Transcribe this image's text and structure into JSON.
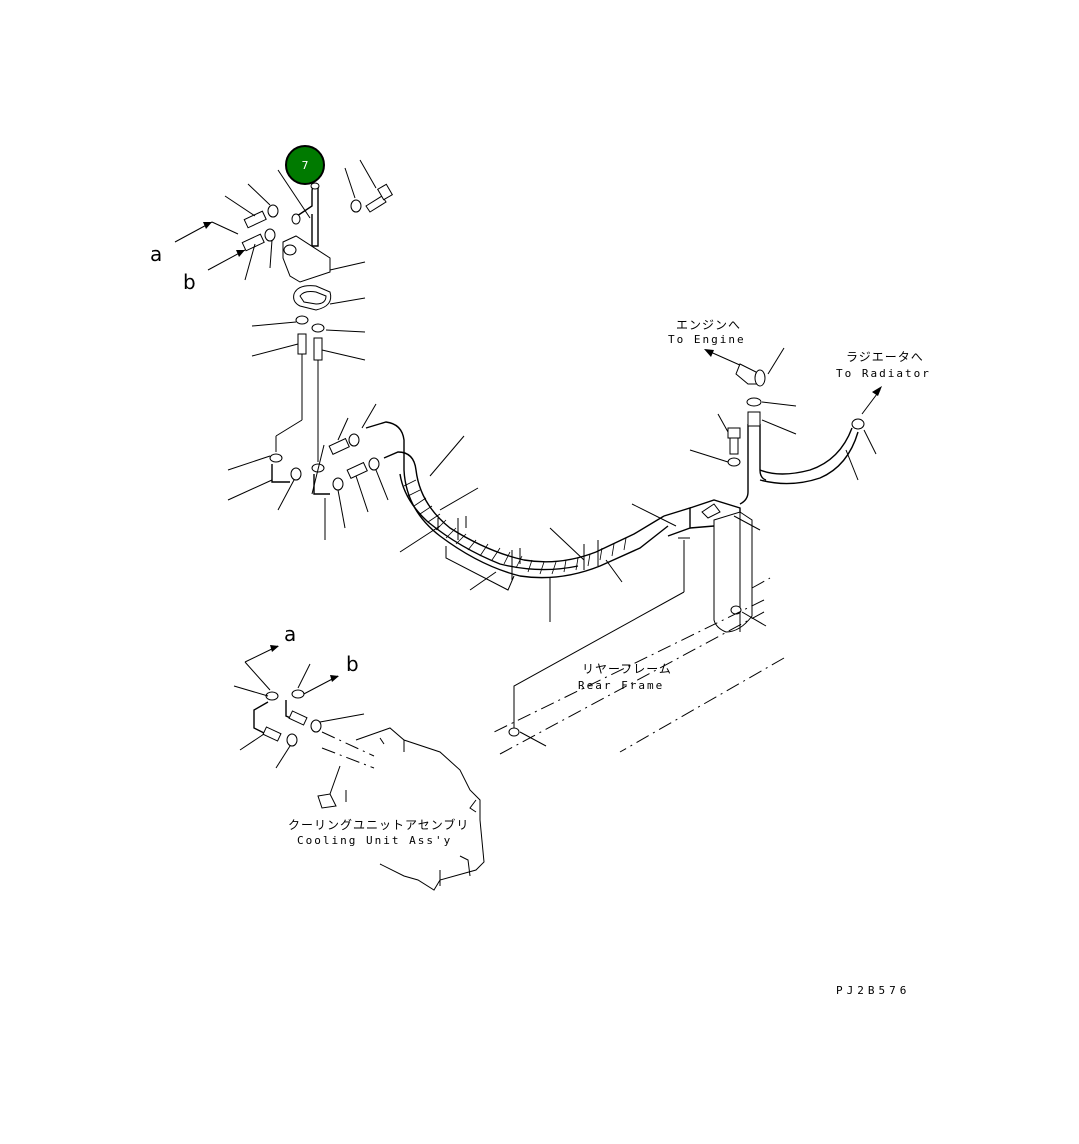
{
  "callout": {
    "number": "7",
    "color": "#007a00"
  },
  "labels": {
    "a_upper": "a",
    "b_upper": "b",
    "a_lower": "a",
    "b_lower": "b",
    "to_engine_jp": "エンジンへ",
    "to_engine_en": "To Engine",
    "to_radiator_jp": "ラジエータへ",
    "to_radiator_en": "To Radiator",
    "rear_frame_jp": "リヤーフレーム",
    "rear_frame_en": "Rear Frame",
    "cooling_unit_jp": "クーリングユニットアセンブリ",
    "cooling_unit_en": "Cooling Unit Ass'y",
    "figure_code": "PJ2B576"
  }
}
